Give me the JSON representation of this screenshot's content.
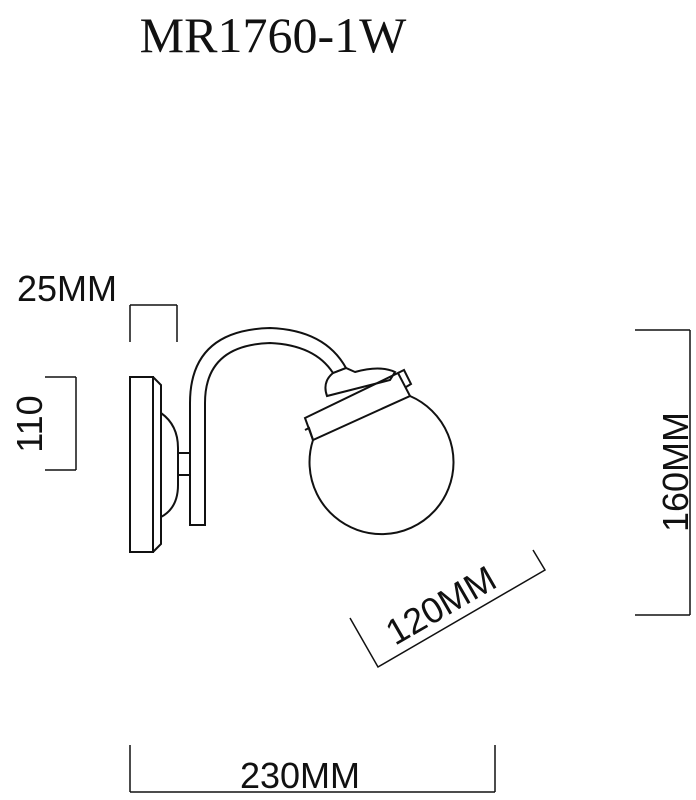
{
  "title": "MR1760-1W",
  "dimensions": {
    "depth_plate": "25MM",
    "plate_height": "110",
    "total_height": "160MM",
    "globe_diameter": "120MM",
    "total_width": "230MM"
  },
  "colors": {
    "line": "#111111",
    "background": "#ffffff"
  }
}
